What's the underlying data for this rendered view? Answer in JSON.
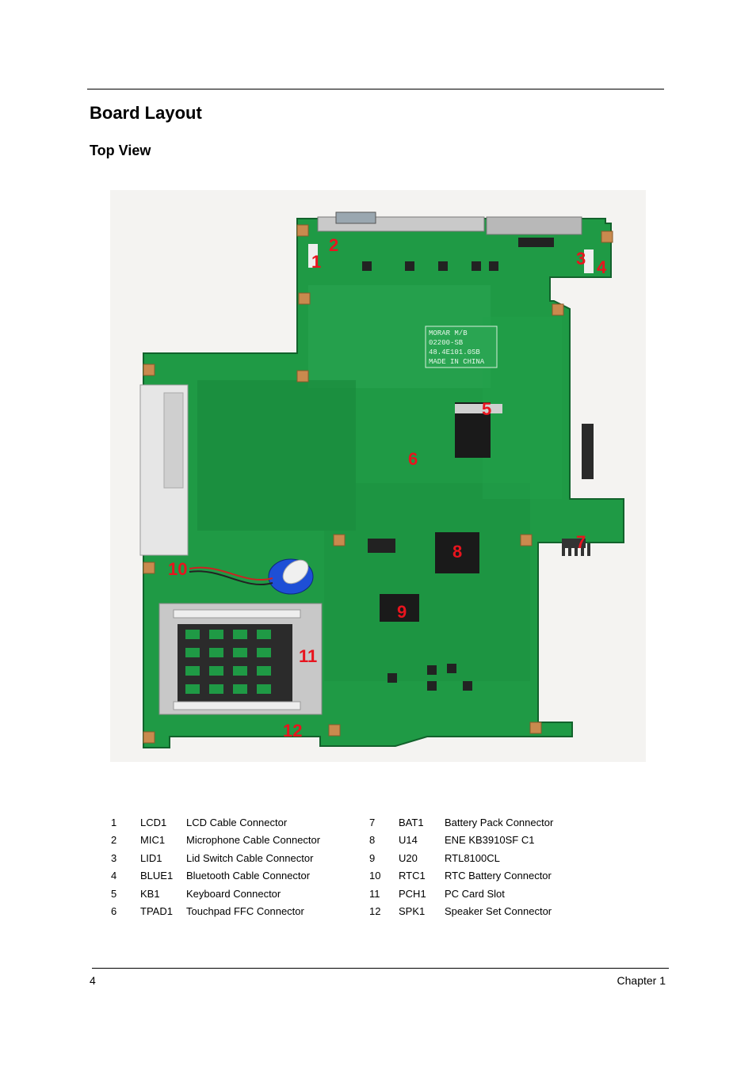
{
  "page": {
    "title": "Board Layout",
    "subtitle": "Top View",
    "page_number": "4",
    "chapter": "Chapter 1"
  },
  "figure": {
    "board_color": "#1f9a45",
    "silkscreen": [
      "MORAR M/B",
      "02200-SB",
      "48.4E101.0SB",
      "MADE IN CHINA"
    ],
    "callouts": [
      "1",
      "2",
      "3",
      "4",
      "5",
      "6",
      "7",
      "8",
      "9",
      "10",
      "11",
      "12"
    ],
    "callout_color": "#e8141e"
  },
  "legend_left": [
    {
      "num": "1",
      "ref": "LCD1",
      "desc": "LCD Cable Connector"
    },
    {
      "num": "2",
      "ref": "MIC1",
      "desc": "Microphone Cable Connector"
    },
    {
      "num": "3",
      "ref": "LID1",
      "desc": "Lid Switch Cable Connector"
    },
    {
      "num": "4",
      "ref": "BLUE1",
      "desc": "Bluetooth Cable Connector"
    },
    {
      "num": "5",
      "ref": "KB1",
      "desc": "Keyboard Connector"
    },
    {
      "num": "6",
      "ref": "TPAD1",
      "desc": "Touchpad FFC Connector"
    }
  ],
  "legend_right": [
    {
      "num": "7",
      "ref": "BAT1",
      "desc": "Battery Pack Connector"
    },
    {
      "num": "8",
      "ref": "U14",
      "desc": "ENE KB3910SF C1"
    },
    {
      "num": "9",
      "ref": "U20",
      "desc": "RTL8100CL"
    },
    {
      "num": "10",
      "ref": "RTC1",
      "desc": "RTC Battery Connector"
    },
    {
      "num": "11",
      "ref": "PCH1",
      "desc": "PC Card Slot"
    },
    {
      "num": "12",
      "ref": "SPK1",
      "desc": "Speaker Set Connector"
    }
  ]
}
